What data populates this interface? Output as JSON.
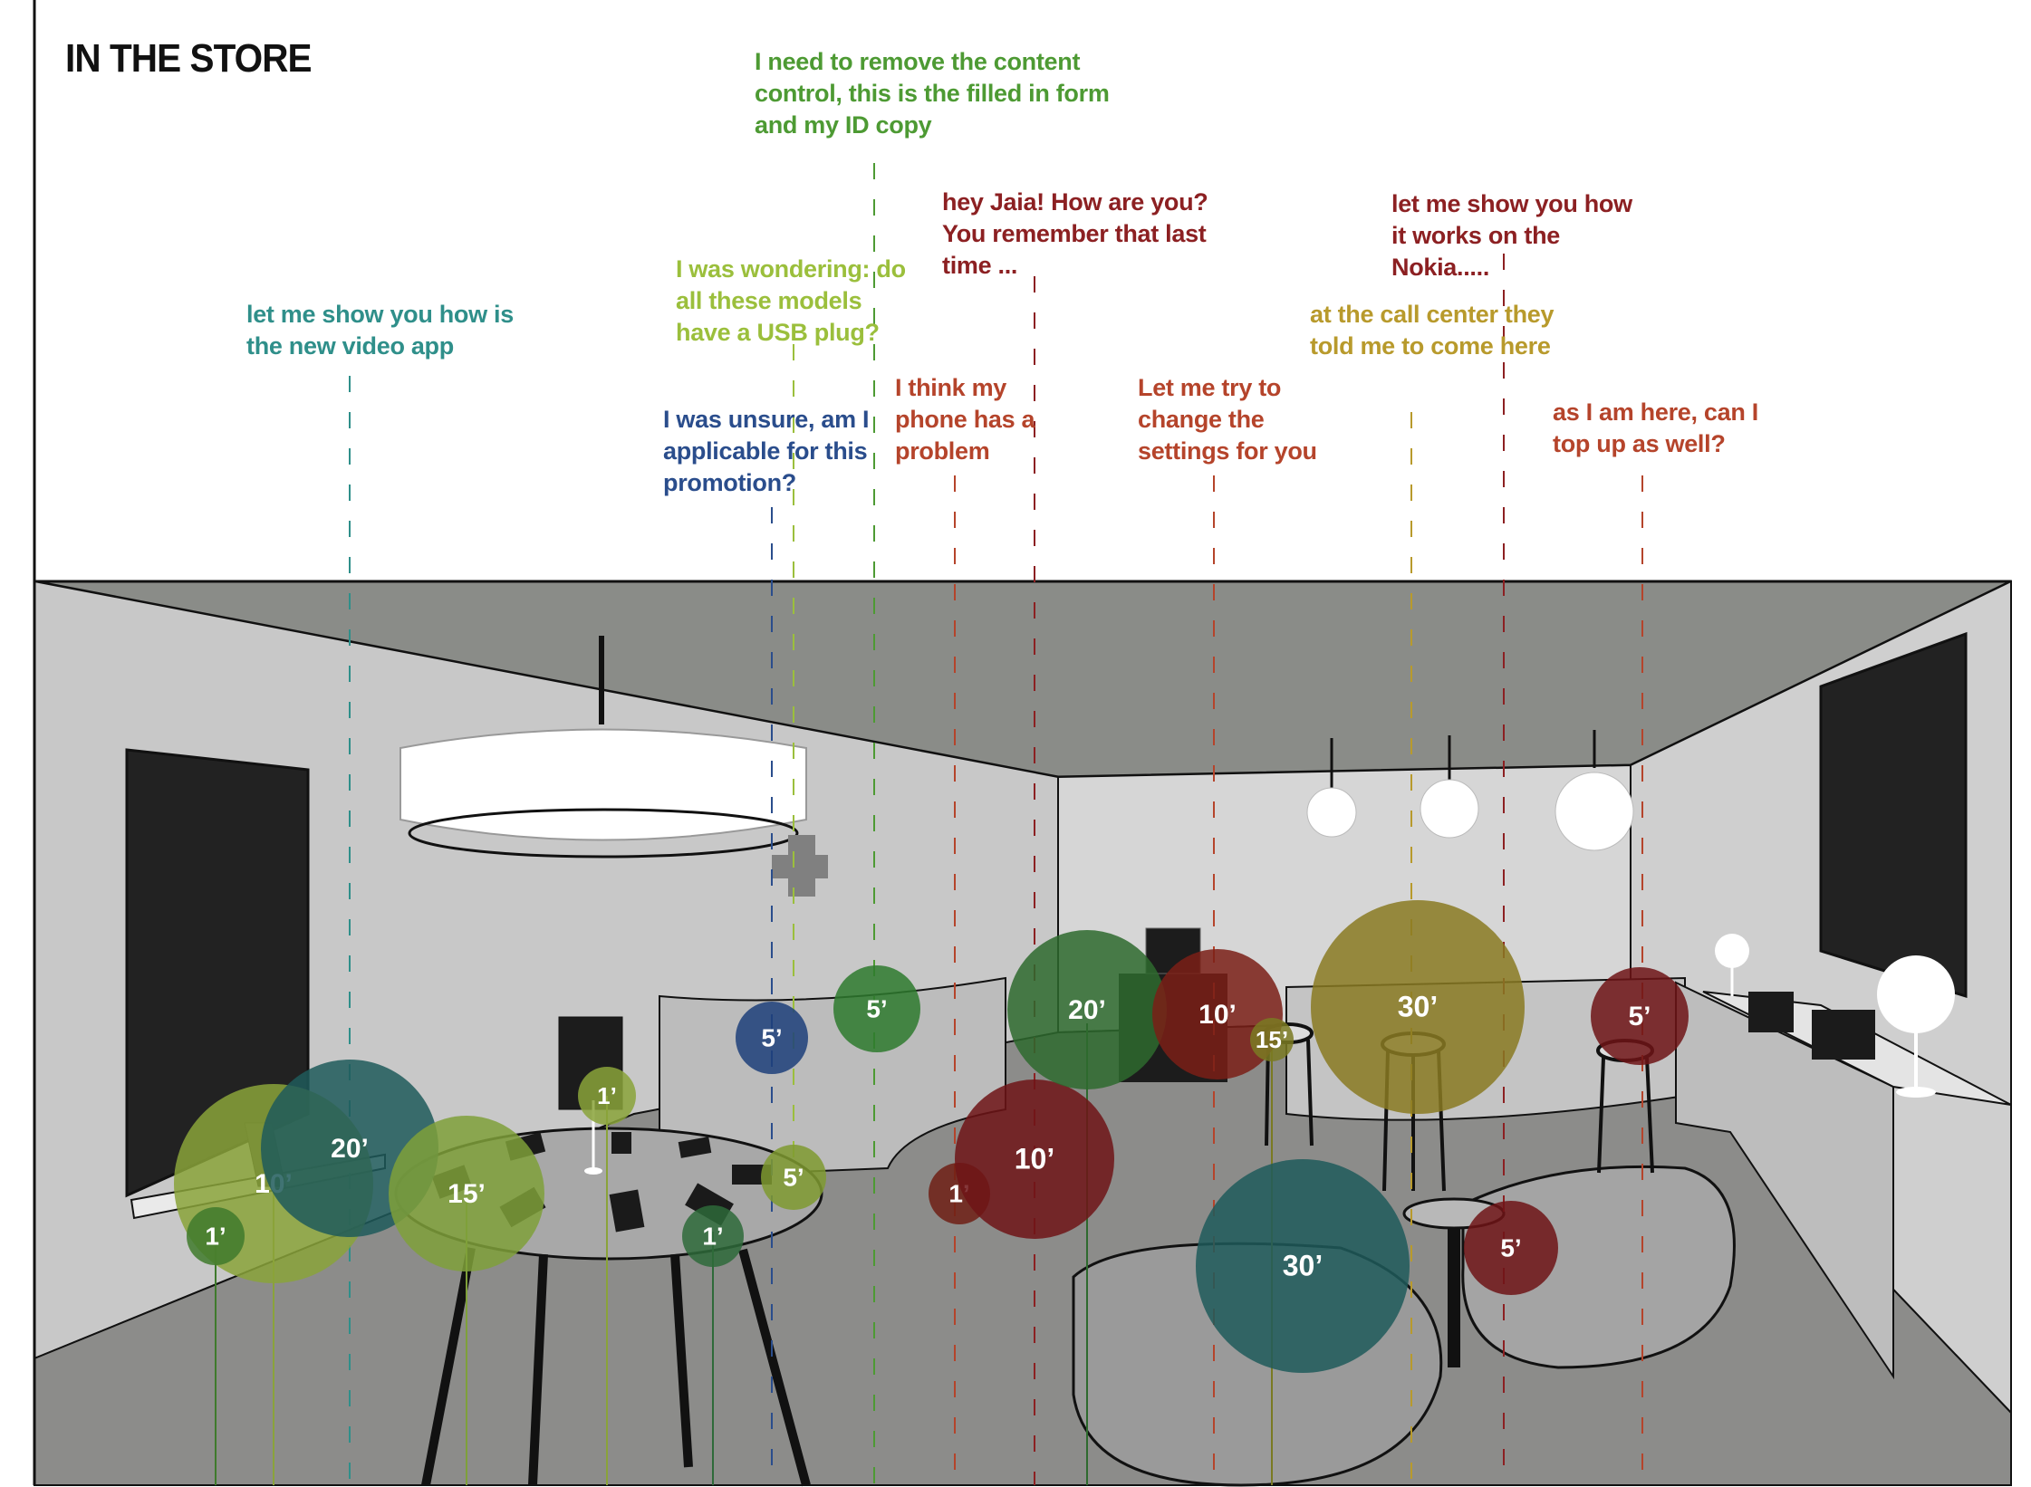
{
  "title": "IN THE STORE",
  "colors": {
    "teal": "#2f8f8a",
    "lime": "#9bbf3c",
    "green": "#4d9a33",
    "blue": "#2a4d8c",
    "red": "#8c2022",
    "orange_red": "#b5442b",
    "olive": "#b89a2c",
    "dark_green": "#2e6a2e",
    "bubble_teal": "#1f5a5a",
    "bubble_olive": "#8a7a22",
    "bubble_red": "#6e1416"
  },
  "quotes": [
    {
      "id": "video-app",
      "text": "let me show you how is\nthe new video app",
      "color": "#2f8f8a"
    },
    {
      "id": "usb-plug",
      "text": "I was wondering: do\nall these models\nhave a USB plug?",
      "color": "#9bbf3c"
    },
    {
      "id": "content-control",
      "text": "I need to remove the content\ncontrol, this is the filled in form\nand my ID copy",
      "color": "#4d9a33"
    },
    {
      "id": "promotion",
      "text": "I was unsure, am I\napplicable for this\npromotion?",
      "color": "#2a4d8c"
    },
    {
      "id": "phone-problem",
      "text": "I think my\nphone has a\nproblem",
      "color": "#b5442b"
    },
    {
      "id": "hey-jaia",
      "text": "hey Jaia! How are you?\nYou remember that last\ntime ...",
      "color": "#8c2022"
    },
    {
      "id": "settings",
      "text": "Let me try to\nchange the\nsettings for you",
      "color": "#b5442b"
    },
    {
      "id": "call-center",
      "text": "at the call center they\ntold me to come here",
      "color": "#b89a2c"
    },
    {
      "id": "nokia",
      "text": "let me show you how\nit works on the\nNokia.....",
      "color": "#8c2022"
    },
    {
      "id": "top-up",
      "text": "as I am here, can I\ntop up as well?",
      "color": "#b5442b"
    }
  ],
  "bubbles": [
    {
      "label": "10’",
      "color": "#8aa33a"
    },
    {
      "label": "20’",
      "color": "#1f5a5a"
    },
    {
      "label": "1’",
      "color": "#3f7a2c"
    },
    {
      "label": "15’",
      "color": "#7fa03a"
    },
    {
      "label": "1’",
      "color": "#8aa33a"
    },
    {
      "label": "5’",
      "color": "#7f9a30"
    },
    {
      "label": "1’",
      "color": "#2e6a3a"
    },
    {
      "label": "5’",
      "color": "#1d3f7a"
    },
    {
      "label": "5’",
      "color": "#2e7a2e"
    },
    {
      "label": "1’",
      "color": "#6e1e14"
    },
    {
      "label": "10’",
      "color": "#6e1416"
    },
    {
      "label": "20’",
      "color": "#2e6a2e"
    },
    {
      "label": "10’",
      "color": "#7a1e16"
    },
    {
      "label": "15’",
      "color": "#7a7a22"
    },
    {
      "label": "30’",
      "color": "#8a7a22"
    },
    {
      "label": "30’",
      "color": "#1f5a5a"
    },
    {
      "label": "5’",
      "color": "#6e1416"
    },
    {
      "label": "5’",
      "color": "#6e1416"
    }
  ]
}
